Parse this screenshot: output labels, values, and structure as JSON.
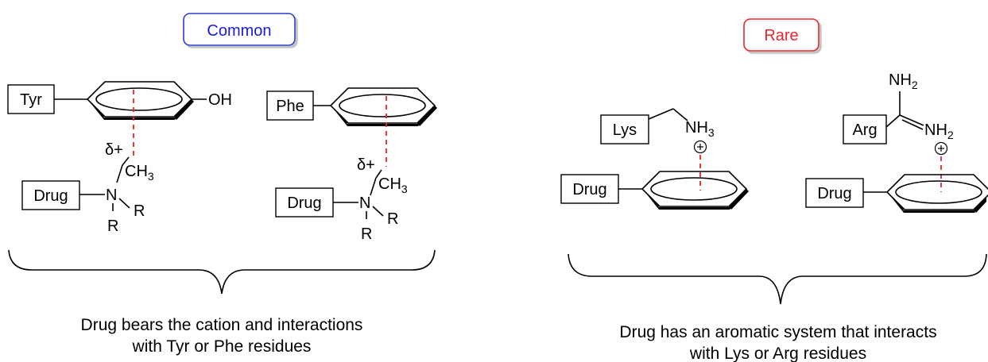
{
  "headers": {
    "common": {
      "label": "Common",
      "color": "#1a1adf",
      "border": "#2a3bd4"
    },
    "rare": {
      "label": "Rare",
      "color": "#e8262b",
      "border": "#e8262b"
    }
  },
  "residues": {
    "tyr": "Tyr",
    "phe": "Phe",
    "lys": "Lys",
    "arg": "Arg",
    "drug": "Drug"
  },
  "groups": {
    "oh": "OH",
    "delta_plus": "δ+",
    "ch": "CH",
    "three": "3",
    "n": "N",
    "r": "R",
    "nh": "NH",
    "two": "2",
    "plus": "+"
  },
  "captions": {
    "left_line1": "Drug bears the cation and interactions",
    "left_line2": "with Tyr or Phe residues",
    "right_line1": "Drug has an aromatic system that interacts",
    "right_line2": "with Lys or Arg residues"
  },
  "colors": {
    "dash": "#e8262b"
  }
}
